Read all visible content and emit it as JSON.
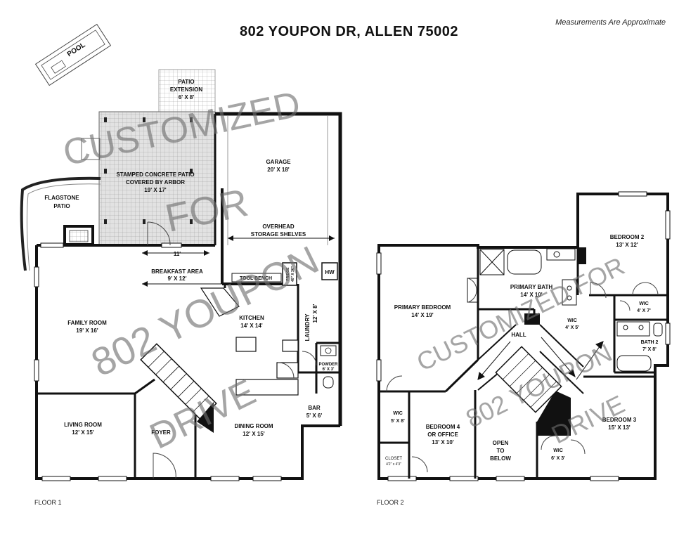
{
  "header": {
    "title": "802 YOUPON DR, ALLEN 75002",
    "note": "Measurements Are Approximate"
  },
  "floors": {
    "floor1": "FLOOR 1",
    "floor2": "FLOOR 2"
  },
  "floor1_rooms": {
    "pool": "POOL",
    "patio_ext": [
      "PATIO",
      "EXTENSION",
      "6' X 8'"
    ],
    "stamped_patio": [
      "STAMPED CONCRETE PATIO",
      "COVERED BY ARBOR",
      "19' X 17'"
    ],
    "garage": [
      "GARAGE",
      "20' X 18'"
    ],
    "overhead": [
      "OVERHEAD",
      "STORAGE SHELVES"
    ],
    "flagstone": [
      "FLAGSTONE",
      "PATIO"
    ],
    "eleven": "11'",
    "breakfast": [
      "BREAKFAST AREA",
      "9' X 12'"
    ],
    "tool_bench": "TOOL BENCH",
    "fridge": [
      "FRIDGE",
      "40\" X 36\""
    ],
    "hw": "HW",
    "family": [
      "FAMILY ROOM",
      "19' X 16'"
    ],
    "kitchen": [
      "KITCHEN",
      "14' X 14'"
    ],
    "laundry": [
      "LAUNDRY",
      "12' X 8'"
    ],
    "powder": [
      "POWDER",
      "6' X 3'"
    ],
    "bar": [
      "BAR",
      "5' X 6'"
    ],
    "living": [
      "LIVING ROOM",
      "12' X 15'"
    ],
    "foyer": "FOYER",
    "dining": [
      "DINING ROOM",
      "12' X 15'"
    ]
  },
  "floor2_rooms": {
    "primary_bed": [
      "PRIMARY BEDROOM",
      "14' X 19'"
    ],
    "primary_bath": [
      "PRIMARY BATH",
      "14' X 10'"
    ],
    "bedroom2": [
      "BEDROOM 2",
      "13' X 12'"
    ],
    "wic_b2": [
      "WIC",
      "4' X 7'"
    ],
    "wic_center": [
      "WIC",
      "4' X 5'"
    ],
    "hall": "HALL",
    "bath2": [
      "BATH 2",
      "7' X 8'"
    ],
    "wic_left": [
      "WIC",
      "5' X 8'"
    ],
    "closet": [
      "CLOSET",
      "4'2\" x 4'3\""
    ],
    "bedroom4": [
      "BEDROOM 4",
      "OR OFFICE",
      "13' X 10'"
    ],
    "open_below": [
      "OPEN",
      "TO",
      "BELOW"
    ],
    "wic_b3": [
      "WIC",
      "6' X 3'"
    ],
    "bedroom3": [
      "BEDROOM 3",
      "15' X 13'"
    ]
  },
  "watermarks": {
    "w1": "CUSTOMIZED",
    "w2": "FOR",
    "w3": "802 YOUPON",
    "w4": "DRIVE",
    "w5": "CUSTOMIZED FOR",
    "w6": "802 YOUPON",
    "w7": "DRIVE"
  }
}
